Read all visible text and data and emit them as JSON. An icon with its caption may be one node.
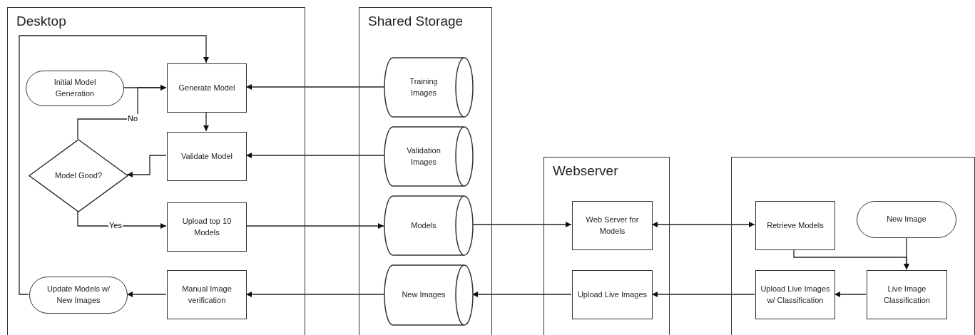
{
  "diagram": {
    "nodes": [
      {
        "text": [
          "Desktop"
        ]
      },
      {
        "text": [
          "Initial Model Generation"
        ],
        "in": 0
      },
      {
        "text": [
          "Generate Model"
        ],
        "in": 0
      },
      {
        "text": [
          "Model Good?"
        ],
        "in": 0
      },
      {
        "text": [
          "Validate Model"
        ],
        "in": 0
      },
      {
        "text": [
          "Upload top 10 Models"
        ],
        "in": 0
      },
      {
        "text": [
          "Update Models w/ New Images"
        ],
        "in": 0
      },
      {
        "text": [
          "Manual Image verification"
        ],
        "in": 0
      },
      {
        "text": [
          "Shared Storage"
        ]
      },
      {
        "text": [
          "Training Images"
        ],
        "in": 8
      },
      {
        "text": [
          "Validation Images"
        ],
        "in": 8
      },
      {
        "text": [
          "Models"
        ],
        "in": 8
      },
      {
        "text": [
          "New Images"
        ],
        "in": 8
      },
      {
        "text": [
          "Webserver"
        ]
      },
      {
        "text": [
          "Web Server for Models"
        ],
        "in": 13
      },
      {
        "text": [
          "Upload Live Images"
        ],
        "in": 13
      },
      {
        "text": [],
        "shape": "box"
      },
      {
        "text": [
          "Retrieve Models"
        ],
        "in": 16
      },
      {
        "text": [
          "New Image"
        ],
        "in": 16
      },
      {
        "text": [
          "Upload Live Images w/ Classification"
        ],
        "in": 16
      },
      {
        "text": [
          "Live Image Classification"
        ],
        "in": 16
      }
    ],
    "edges": [
      {
        "from": 1,
        "to": 2,
        "arrow": "to"
      },
      {
        "from": 3,
        "to": 2,
        "arrow": "to",
        "label": "No"
      },
      {
        "from": 2,
        "to": 4,
        "arrow": "to"
      },
      {
        "from": 4,
        "to": 3,
        "arrow": "to"
      },
      {
        "from": 3,
        "to": 5,
        "arrow": "to",
        "label": "Yes"
      },
      {
        "from": 9,
        "to": 2,
        "arrow": "to"
      },
      {
        "from": 10,
        "to": 4,
        "arrow": "to"
      },
      {
        "from": 5,
        "to": 11,
        "arrow": "to"
      },
      {
        "from": 11,
        "to": 14,
        "arrow": "to"
      },
      {
        "from": 14,
        "to": 17,
        "arrow": "both"
      },
      {
        "from": 17,
        "to": 20,
        "arrow": "to"
      },
      {
        "from": 18,
        "to": 20,
        "arrow": "to"
      },
      {
        "from": 20,
        "to": 19,
        "arrow": "to"
      },
      {
        "from": 19,
        "to": 15,
        "arrow": "to"
      },
      {
        "from": 15,
        "to": 12,
        "arrow": "to"
      },
      {
        "from": 12,
        "to": 7,
        "arrow": "to"
      },
      {
        "from": 7,
        "to": 6,
        "arrow": "to"
      },
      {
        "from": 6,
        "to": 2,
        "arrow": "to"
      }
    ]
  }
}
